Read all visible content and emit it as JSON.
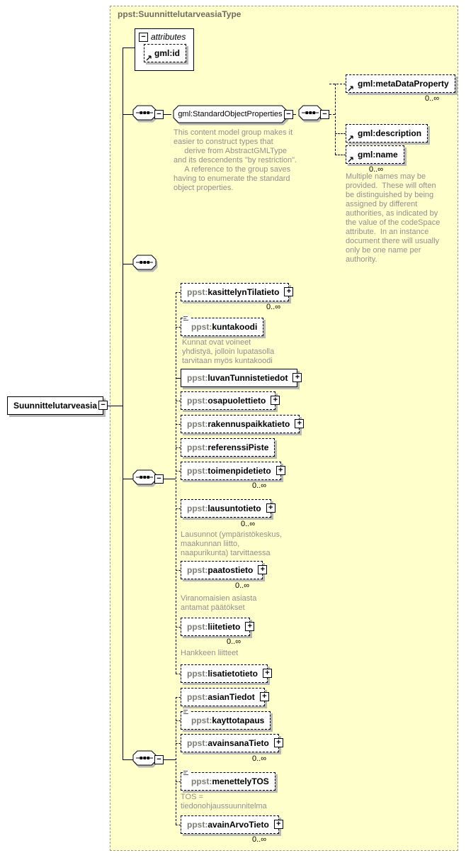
{
  "title": "ppst:SuunnittelutarveasiaType",
  "icons": {
    "collapse_glyph": "−",
    "expand_glyph": "+"
  },
  "colors": {
    "container_bg": "#FFFFCC",
    "box_shadow": "#B8B8B8",
    "annotation_text": "#8F8F8F",
    "prefix_text": "#7D7D74",
    "title_text": "#6E6E60"
  },
  "root": {
    "label": "Suunnittelutarveasia"
  },
  "attributes_box": {
    "header": "attributes",
    "items": [
      {
        "label": "gml:id"
      }
    ]
  },
  "group": {
    "label": "gml:StandardObjectProperties",
    "annotation": "This content model group makes it\neasier to construct types that\n     derive from AbstractGMLType\nand its descendents \"by restriction\".\n     A reference to the group saves\nhaving to enumerate the standard\nobject properties.",
    "children": [
      {
        "prefix": "gml:",
        "name": "metaDataProperty",
        "occurrence": "0..∞"
      },
      {
        "prefix": "gml:",
        "name": "description"
      },
      {
        "prefix": "gml:",
        "name": "name",
        "occurrence": "0..∞",
        "annotation": "Multiple names may be\nprovided.  These will often\nbe distinguished by being\nassigned by different\nauthorities, as indicated by\nthe value of the codeSpace\nattribute.  In an instance\ndocument there will usually\nonly be one name per\nauthority."
      }
    ]
  },
  "seq3": {
    "items": [
      {
        "prefix": "ppst:",
        "name": "kasittelynTilatieto",
        "occurrence": "0..∞"
      },
      {
        "prefix": "ppst:",
        "name": "kuntakoodi",
        "annotation": "Kunnat ovat voineet\nyhdistyä, jolloin lupatasolla\ntarvitaan myös kuntakoodi"
      },
      {
        "prefix": "ppst:",
        "name": "luvanTunnistetiedot"
      },
      {
        "prefix": "ppst:",
        "name": "osapuolettieto"
      },
      {
        "prefix": "ppst:",
        "name": "rakennuspaikkatieto"
      },
      {
        "prefix": "ppst:",
        "name": "referenssiPiste"
      },
      {
        "prefix": "ppst:",
        "name": "toimenpidetieto",
        "occurrence": "0..∞"
      },
      {
        "prefix": "ppst:",
        "name": "lausuntotieto",
        "occurrence": "0..∞",
        "annotation": "Lausunnot (ympäristökeskus,\nmaakunnan liitto,\nnaapurikunta) tarvittaessa"
      },
      {
        "prefix": "ppst:",
        "name": "paatostieto",
        "occurrence": "0..∞",
        "annotation": "Viranomaisien asiasta\nantamat päätökset"
      },
      {
        "prefix": "ppst:",
        "name": "liitetieto",
        "occurrence": "0..∞",
        "annotation": "Hankkeen liitteet"
      },
      {
        "prefix": "ppst:",
        "name": "lisatietotieto"
      }
    ]
  },
  "seq4": {
    "items": [
      {
        "prefix": "ppst:",
        "name": "asianTiedot"
      },
      {
        "prefix": "ppst:",
        "name": "kayttotapaus"
      },
      {
        "prefix": "ppst:",
        "name": "avainsanaTieto",
        "occurrence": "0..∞"
      },
      {
        "prefix": "ppst:",
        "name": "menettelyTOS",
        "annotation": "TOS =\ntiedonohjaussuunnitelma"
      },
      {
        "prefix": "ppst:",
        "name": "avainArvoTieto",
        "occurrence": "0..∞"
      }
    ]
  }
}
